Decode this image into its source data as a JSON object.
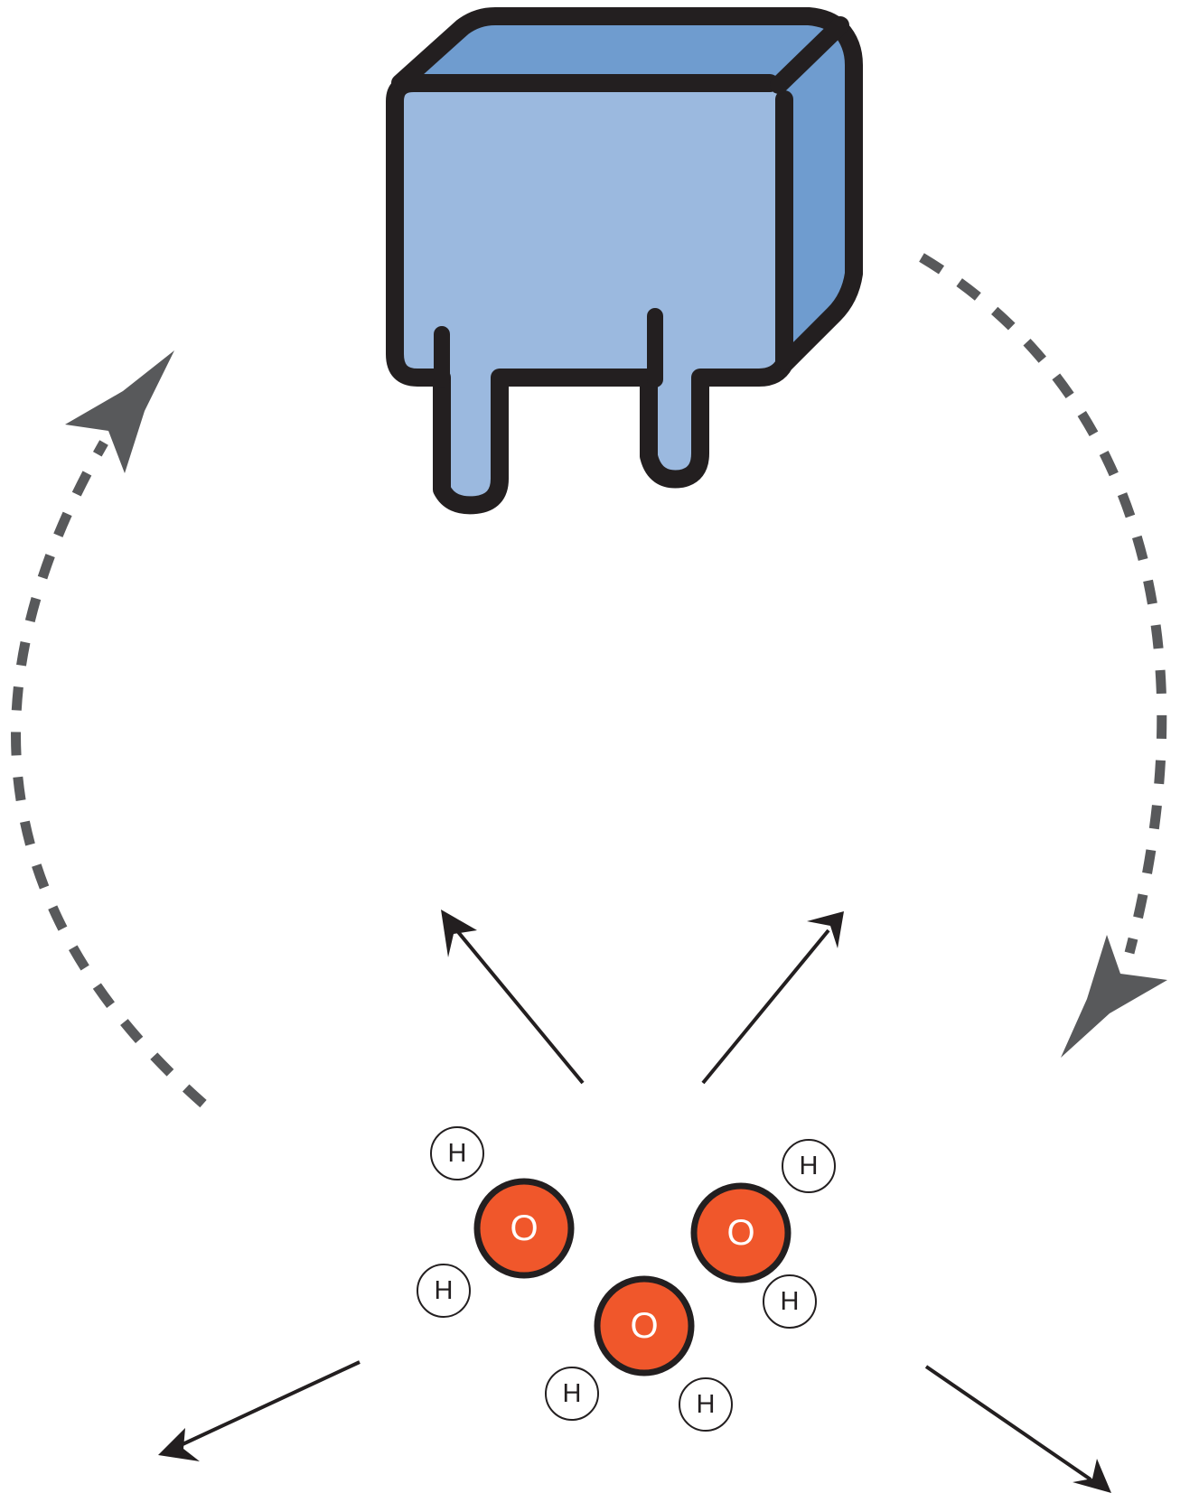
{
  "colors": {
    "ice_front": "#9bb9df",
    "ice_side": "#6f9ccf",
    "ice_top": "#6f9ccf",
    "outline": "#231f20",
    "dashed_arrow": "#58595b",
    "oxygen_fill": "#f0572b",
    "oxygen_label": "#ffffff",
    "hydrogen_fill": "#ffffff",
    "hydrogen_label": "#231f20",
    "motion_arrow": "#231f20"
  },
  "icons": {
    "ice_cube": "melting-ice-cube-icon",
    "cycle_arrow_left": "dashed-cycle-arrow-up-icon",
    "cycle_arrow_right": "dashed-cycle-arrow-down-icon",
    "motion_arrows": "molecule-motion-arrow-icon"
  },
  "molecules": [
    {
      "oxygen": "O",
      "hydrogens": [
        "H",
        "H"
      ]
    },
    {
      "oxygen": "O",
      "hydrogens": [
        "H",
        "H"
      ]
    },
    {
      "oxygen": "O",
      "hydrogens": [
        "H",
        "H"
      ]
    }
  ]
}
